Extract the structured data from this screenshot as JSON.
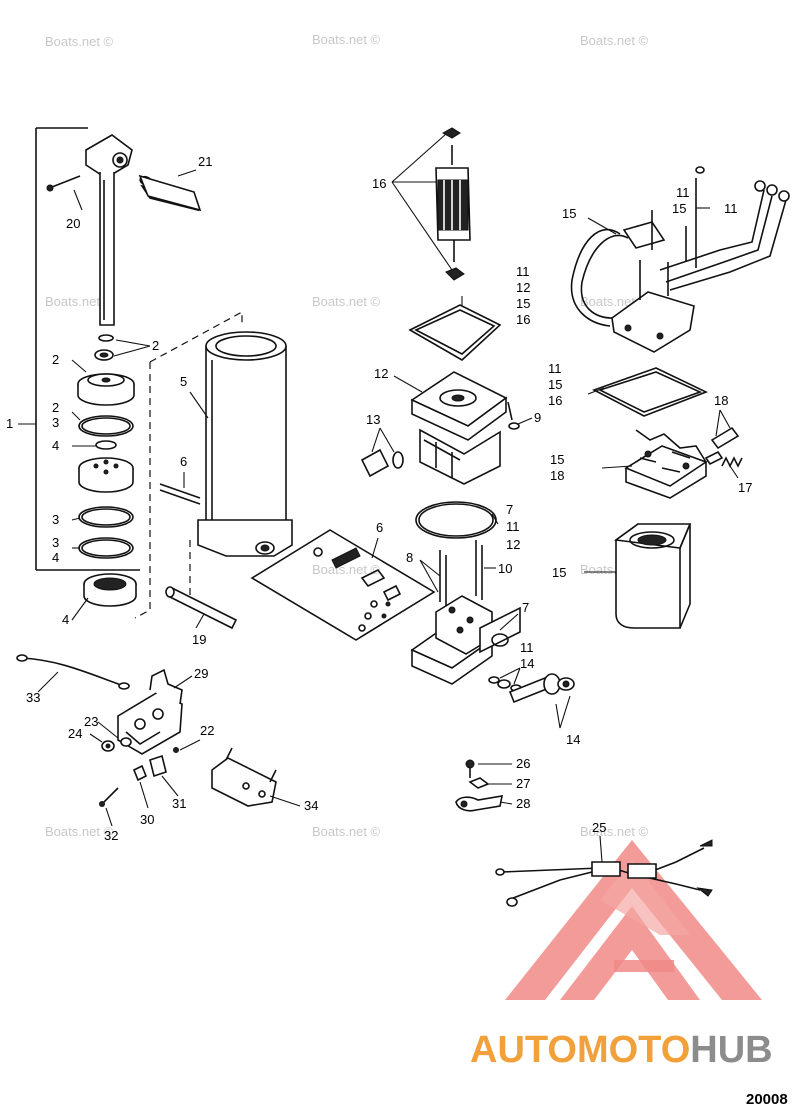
{
  "watermark_text": "Boats.net ©",
  "part_labels": {
    "p1": "1",
    "p2a": "2",
    "p2b": "2",
    "p2c": "2",
    "p3a": "3",
    "p3b": "3",
    "p3c": "3",
    "p4a": "4",
    "p4b": "4",
    "p4c": "4",
    "p5": "5",
    "p6a": "6",
    "p6b": "6",
    "p7a": "7",
    "p7b": "7",
    "p8": "8",
    "p9": "9",
    "p10": "10",
    "p11a": "11",
    "p11b": "11",
    "p11c": "11",
    "p11d": "11",
    "p11e": "11",
    "p11f": "11",
    "p12a": "12",
    "p12b": "12",
    "p12c": "12",
    "p13": "13",
    "p14a": "14",
    "p14b": "14",
    "p15a": "15",
    "p15b": "15",
    "p15c": "15",
    "p15d": "15",
    "p15e": "15",
    "p15f": "15",
    "p16a": "16",
    "p16b": "16",
    "p16c": "16",
    "p17": "17",
    "p18a": "18",
    "p18b": "18",
    "p19": "19",
    "p20": "20",
    "p21": "21",
    "p22": "22",
    "p23": "23",
    "p24": "24",
    "p25": "25",
    "p26": "26",
    "p27": "27",
    "p28": "28",
    "p29": "29",
    "p30": "30",
    "p31": "31",
    "p32": "32",
    "p33": "33",
    "p34": "34"
  },
  "logo": {
    "part1": "AUTOMOTO",
    "part2": "HUB"
  },
  "figure_code": "20008",
  "colors": {
    "logo_red": "#e8322c",
    "logo_orange": "#f2a03a",
    "logo_gray": "#8c8c8c",
    "watermark": "#c8c8c8"
  }
}
